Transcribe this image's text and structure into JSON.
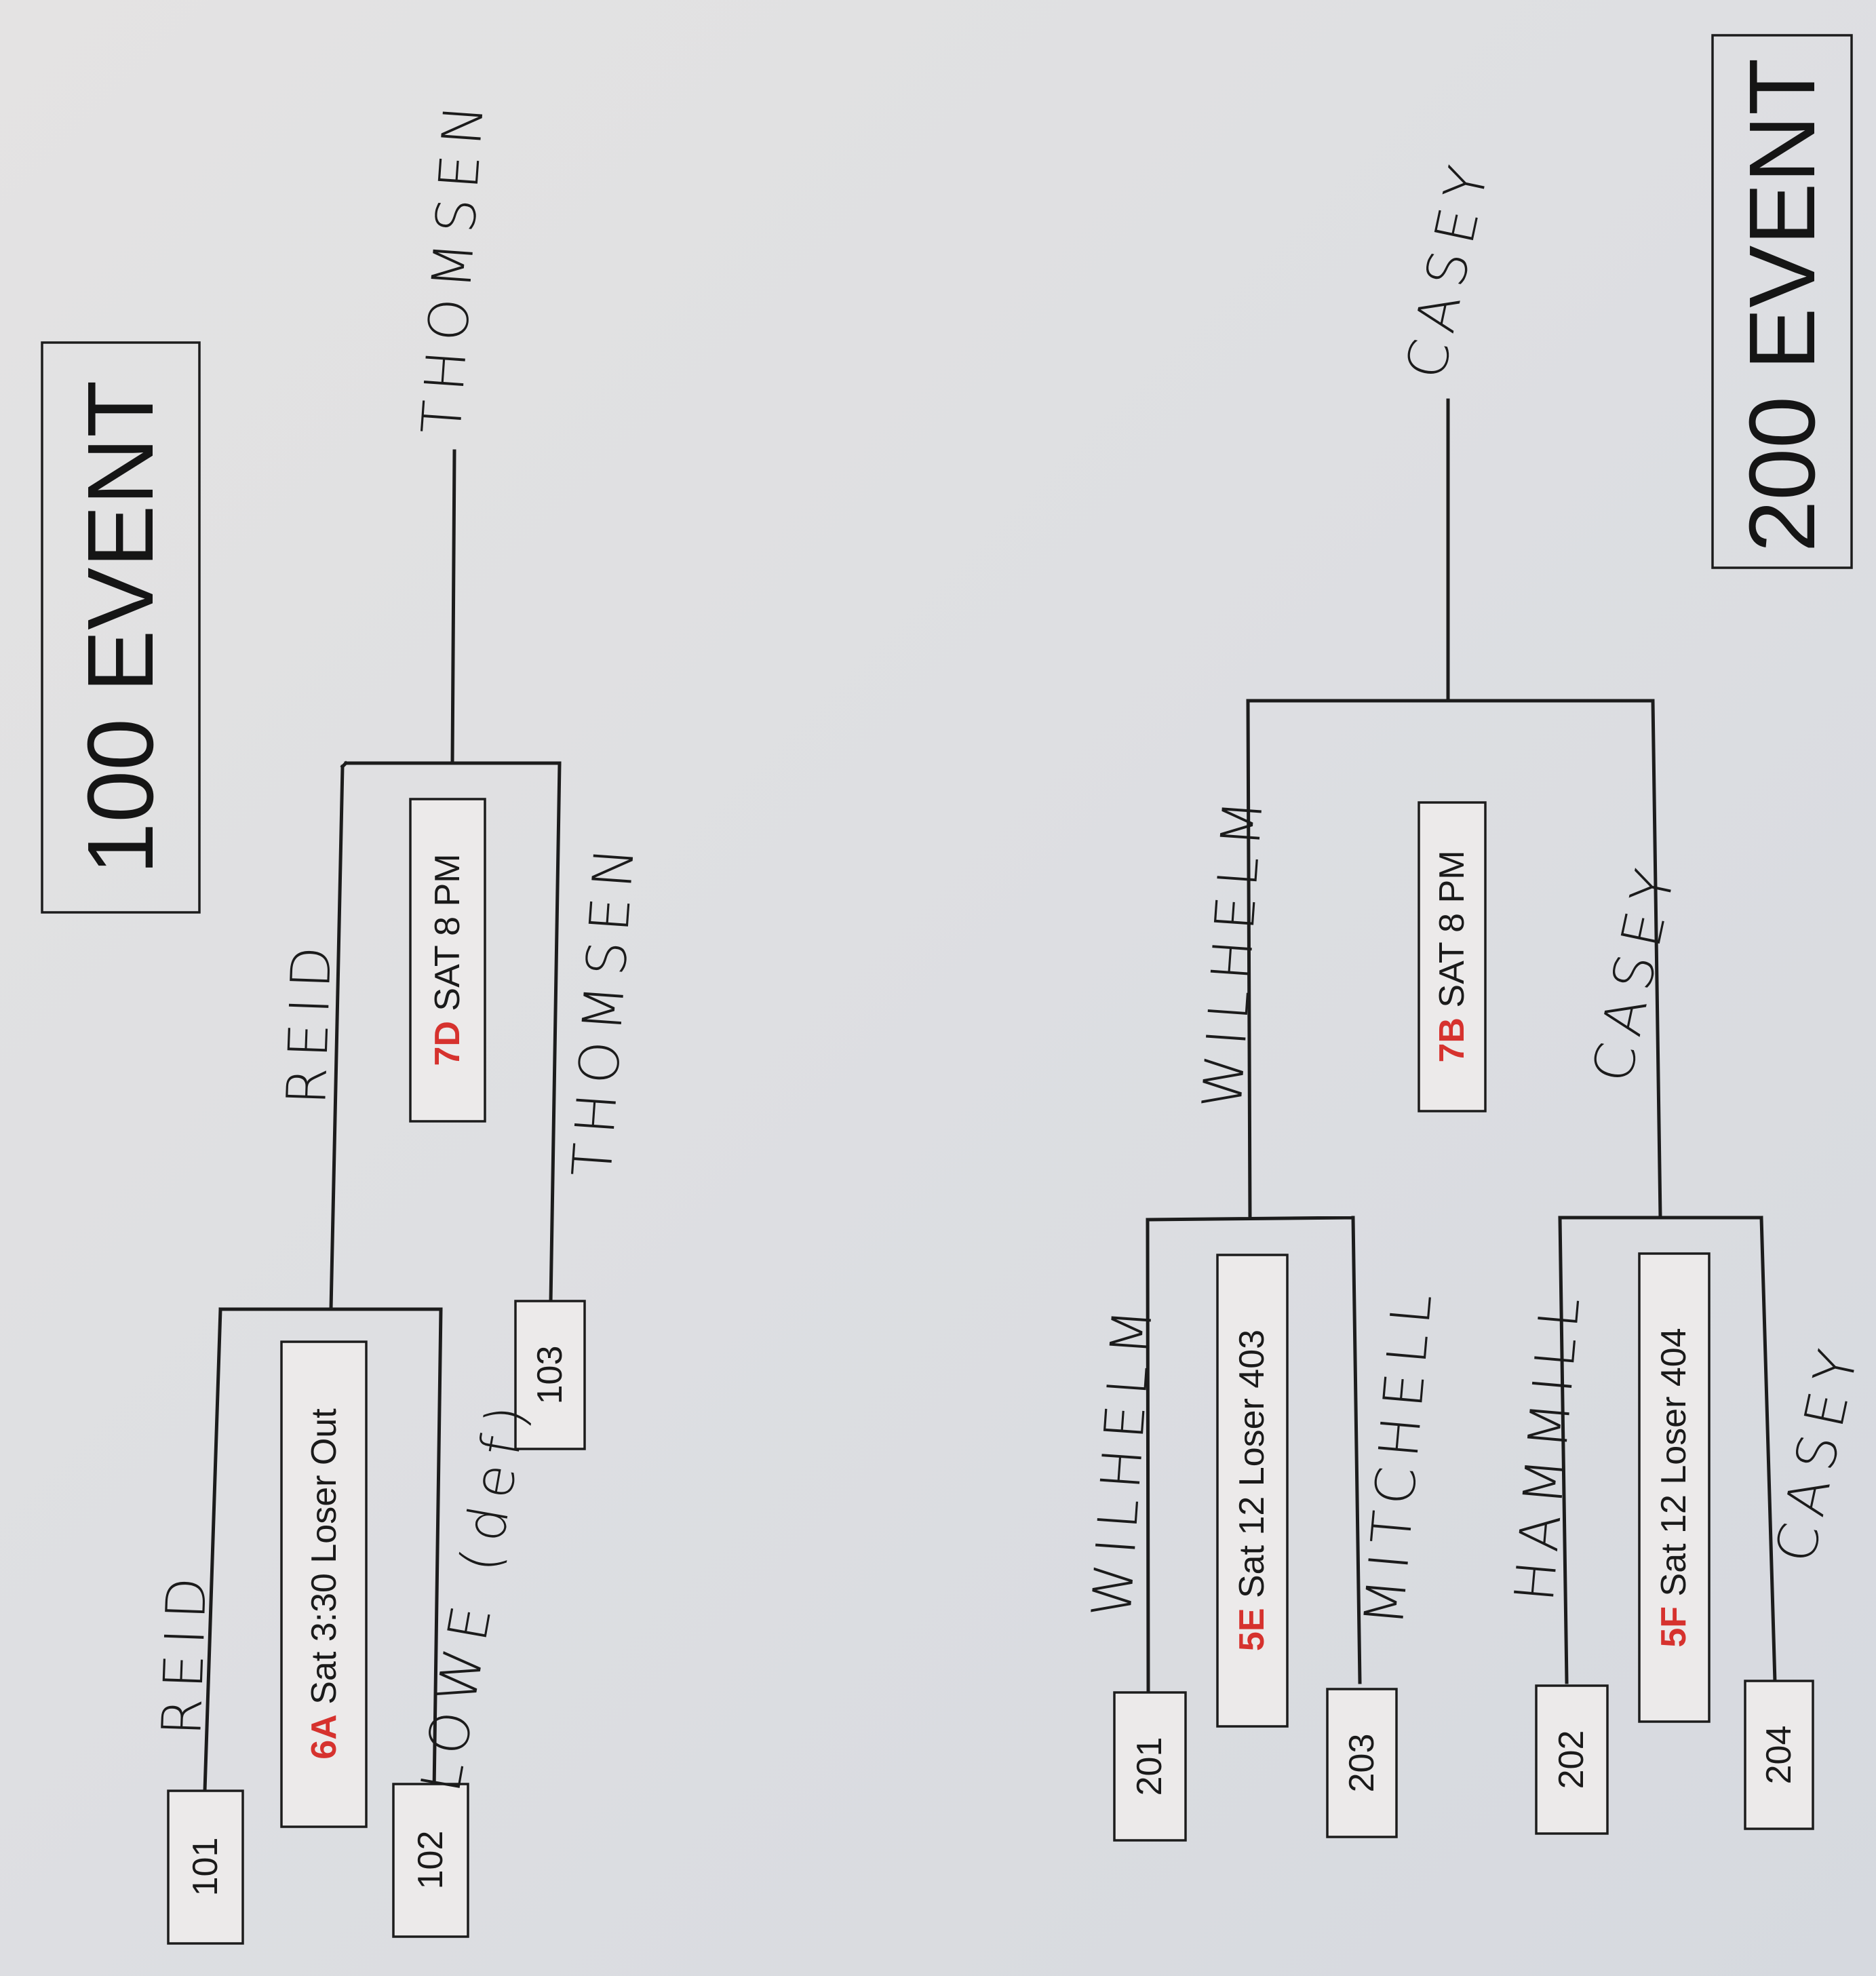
{
  "events": [
    {
      "title": "100 EVENT",
      "seeds": [
        "101",
        "102",
        "103"
      ],
      "games": [
        {
          "code": "6A",
          "text": "Sat 3:30 Loser Out"
        },
        {
          "code": "7D",
          "text": "SAT 8 PM"
        }
      ],
      "names": {
        "seed_101": "REID",
        "seed_102": "LOWE (def)",
        "semi_top": "REID",
        "semi_bottom": "THOMSEN",
        "winner": "THOMSEN"
      }
    },
    {
      "title": "200 EVENT",
      "seeds": [
        "201",
        "203",
        "202",
        "204"
      ],
      "games": [
        {
          "code": "5E",
          "text": "Sat 12 Loser 403"
        },
        {
          "code": "5F",
          "text": "Sat 12 Loser 404"
        },
        {
          "code": "7B",
          "text": "SAT 8 PM"
        }
      ],
      "names": {
        "seed_201": "WILHELM",
        "seed_203": "MITCHELL",
        "seed_202": "HAMMILL",
        "seed_204": "CASEY",
        "semi_top": "WILHELM",
        "semi_bottom": "CASEY",
        "winner": "CASEY"
      }
    }
  ]
}
